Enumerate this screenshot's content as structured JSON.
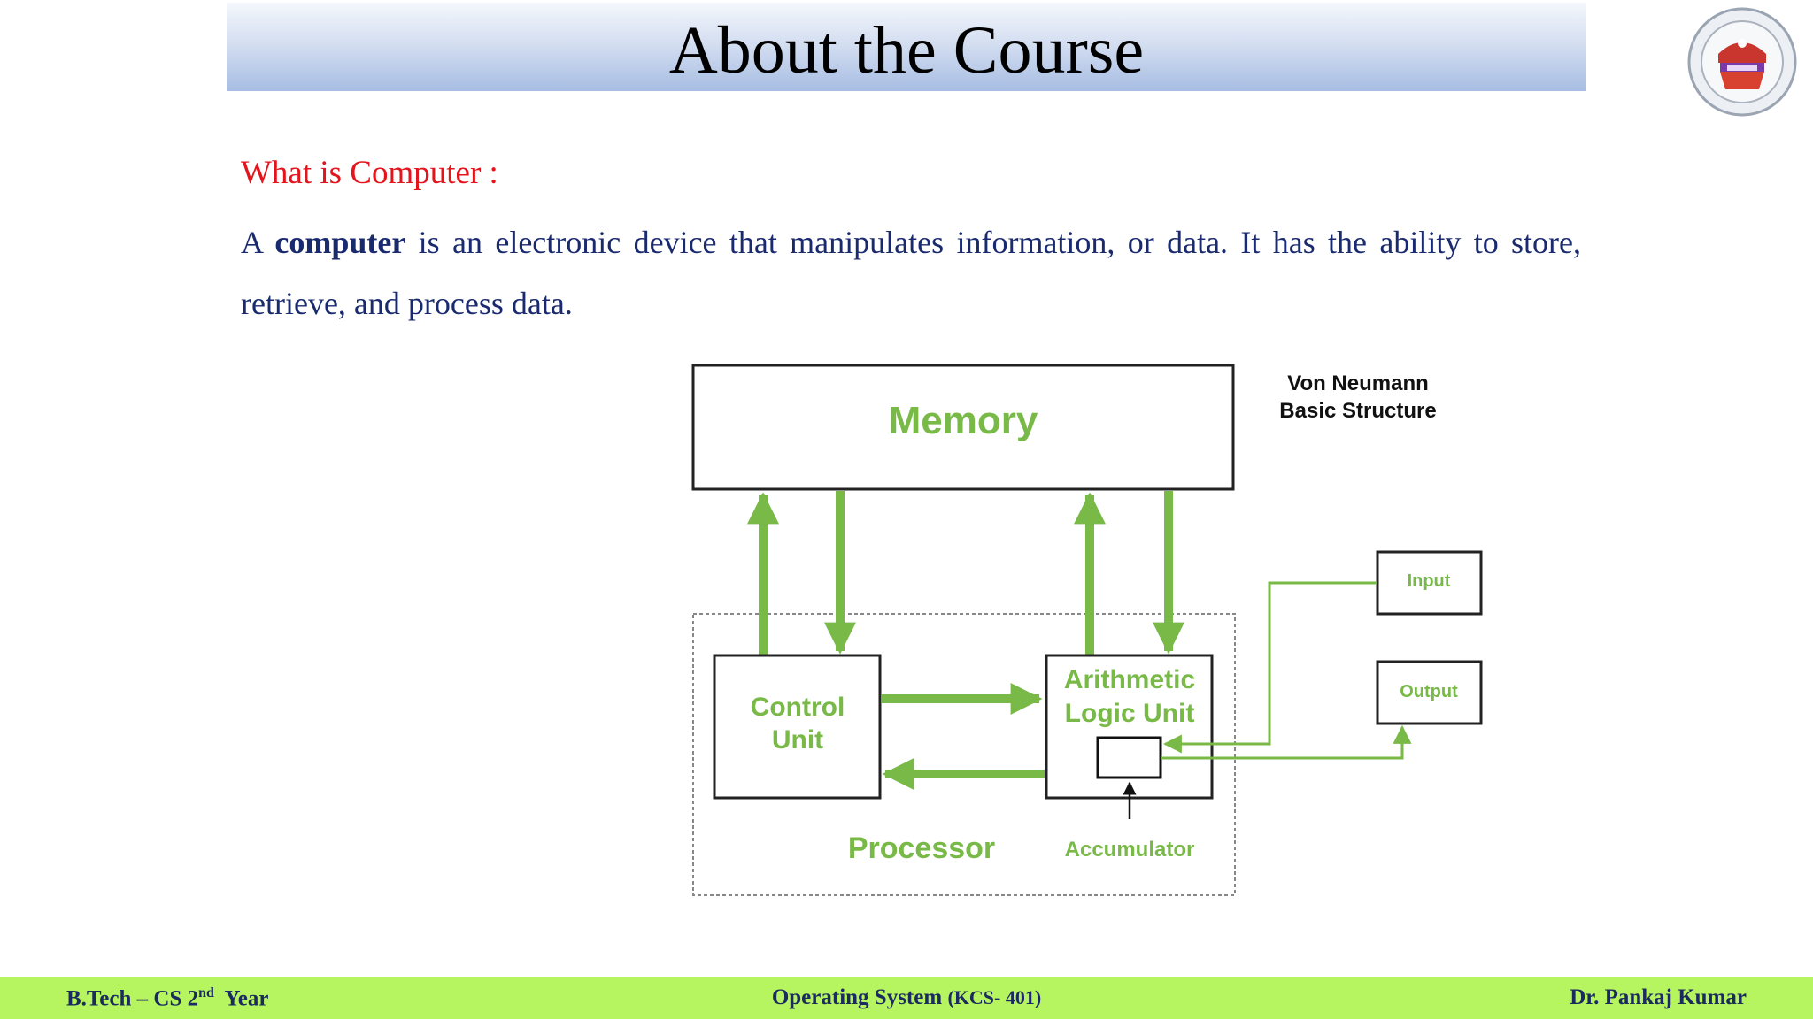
{
  "slide": {
    "title": "About the Course",
    "subheading": "What is Computer :",
    "para_prefix": "A",
    "para_bold": "computer",
    "para_rest": "is an electronic device that manipulates information, or data. It has the ability to store, retrieve, and process data."
  },
  "diagram": {
    "memory": "Memory",
    "title_line1": "Von Neumann",
    "title_line2": "Basic Structure",
    "control_line1": "Control",
    "control_line2": "Unit",
    "alu_line1": "Arithmetic",
    "alu_line2": "Logic Unit",
    "processor": "Processor",
    "accumulator": "Accumulator",
    "input": "Input",
    "output": "Output",
    "accent_color": "#78b948"
  },
  "footer": {
    "left_prefix": "B.Tech – CS 2",
    "left_sup": "nd",
    "left_suffix": "Year",
    "center_main": "Operating System",
    "center_code": "(KCS- 401)",
    "right": "Dr. Pankaj Kumar"
  }
}
